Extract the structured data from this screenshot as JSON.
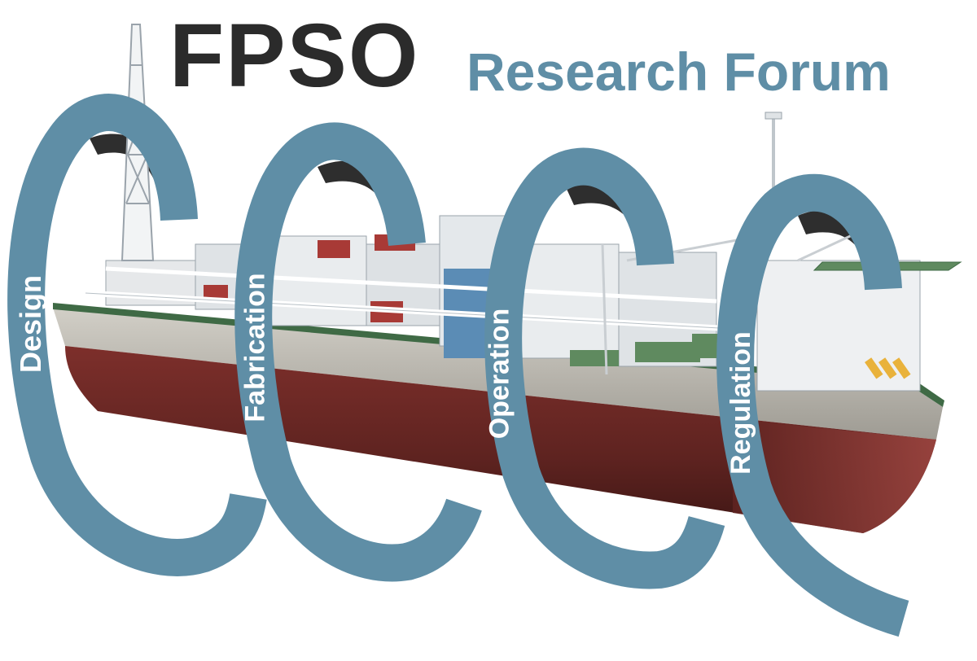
{
  "logo": {
    "title": "FPSO",
    "subtitle": "Research Forum"
  },
  "rings": [
    {
      "label": "Design"
    },
    {
      "label": "Fabrication"
    },
    {
      "label": "Operation"
    },
    {
      "label": "Regulation"
    }
  ],
  "colors": {
    "ring": "#5f8ea6",
    "ring_shadow": "#2e2e2e",
    "hull_red": "#6e2a27",
    "hull_band": "#b9b6ae",
    "deck": "#6b8e6b",
    "title_dark": "#2b2b2b"
  }
}
